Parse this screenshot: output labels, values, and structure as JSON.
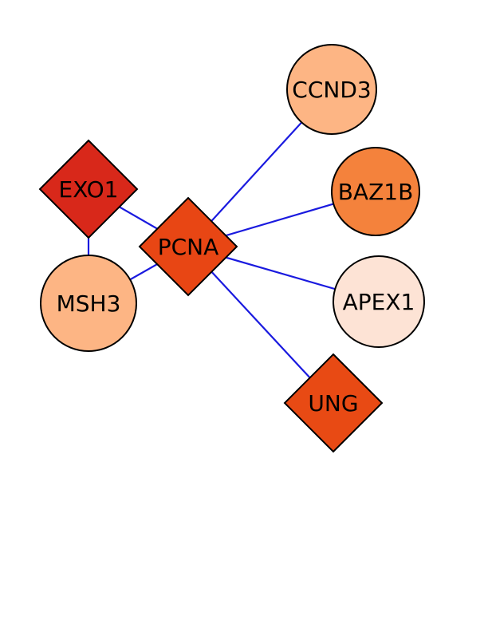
{
  "diagram": {
    "edge_color": "#1a1adf",
    "nodes": [
      {
        "id": "CCND3",
        "label": "CCND3",
        "shape": "circle",
        "color": "#fdb584"
      },
      {
        "id": "BAZ1B",
        "label": "BAZ1B",
        "shape": "circle",
        "color": "#f4823c"
      },
      {
        "id": "EXO1",
        "label": "EXO1",
        "shape": "diamond",
        "color": "#d8281a"
      },
      {
        "id": "PCNA",
        "label": "PCNA",
        "shape": "diamond",
        "color": "#e84614"
      },
      {
        "id": "MSH3",
        "label": "MSH3",
        "shape": "circle",
        "color": "#fdb584"
      },
      {
        "id": "APEX1",
        "label": "APEX1",
        "shape": "circle",
        "color": "#fde3d5"
      },
      {
        "id": "UNG",
        "label": "UNG",
        "shape": "diamond",
        "color": "#e84a14"
      }
    ],
    "edges": [
      {
        "source": "PCNA",
        "target": "CCND3"
      },
      {
        "source": "PCNA",
        "target": "BAZ1B"
      },
      {
        "source": "PCNA",
        "target": "APEX1"
      },
      {
        "source": "PCNA",
        "target": "UNG"
      },
      {
        "source": "PCNA",
        "target": "EXO1"
      },
      {
        "source": "PCNA",
        "target": "MSH3"
      },
      {
        "source": "EXO1",
        "target": "MSH3"
      }
    ]
  }
}
